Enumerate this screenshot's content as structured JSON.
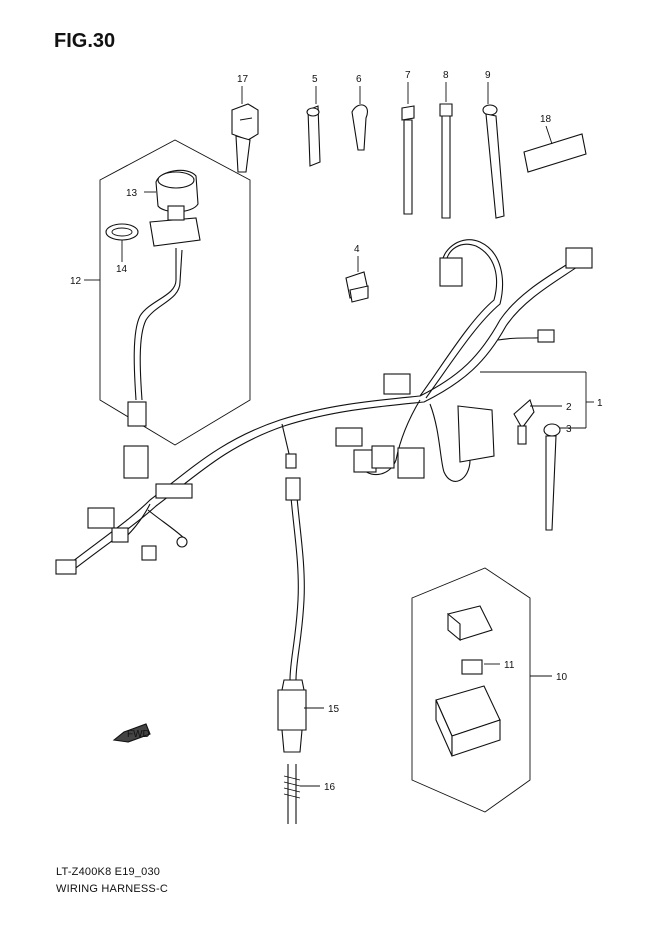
{
  "figure_title": "FIG.30",
  "model_code": "LT-Z400K8 E19_030",
  "section_title": "WIRING HARNESS-C",
  "fwd_label": "FWD",
  "callouts": [
    {
      "id": "1",
      "label": "1"
    },
    {
      "id": "2",
      "label": "2"
    },
    {
      "id": "3",
      "label": "3"
    },
    {
      "id": "4",
      "label": "4"
    },
    {
      "id": "5",
      "label": "5"
    },
    {
      "id": "6",
      "label": "6"
    },
    {
      "id": "7",
      "label": "7"
    },
    {
      "id": "8",
      "label": "8"
    },
    {
      "id": "9",
      "label": "9"
    },
    {
      "id": "10",
      "label": "10"
    },
    {
      "id": "11",
      "label": "11"
    },
    {
      "id": "12",
      "label": "12"
    },
    {
      "id": "13",
      "label": "13"
    },
    {
      "id": "14",
      "label": "14"
    },
    {
      "id": "15",
      "label": "15"
    },
    {
      "id": "16",
      "label": "16"
    },
    {
      "id": "17",
      "label": "17"
    },
    {
      "id": "18",
      "label": "18"
    }
  ]
}
